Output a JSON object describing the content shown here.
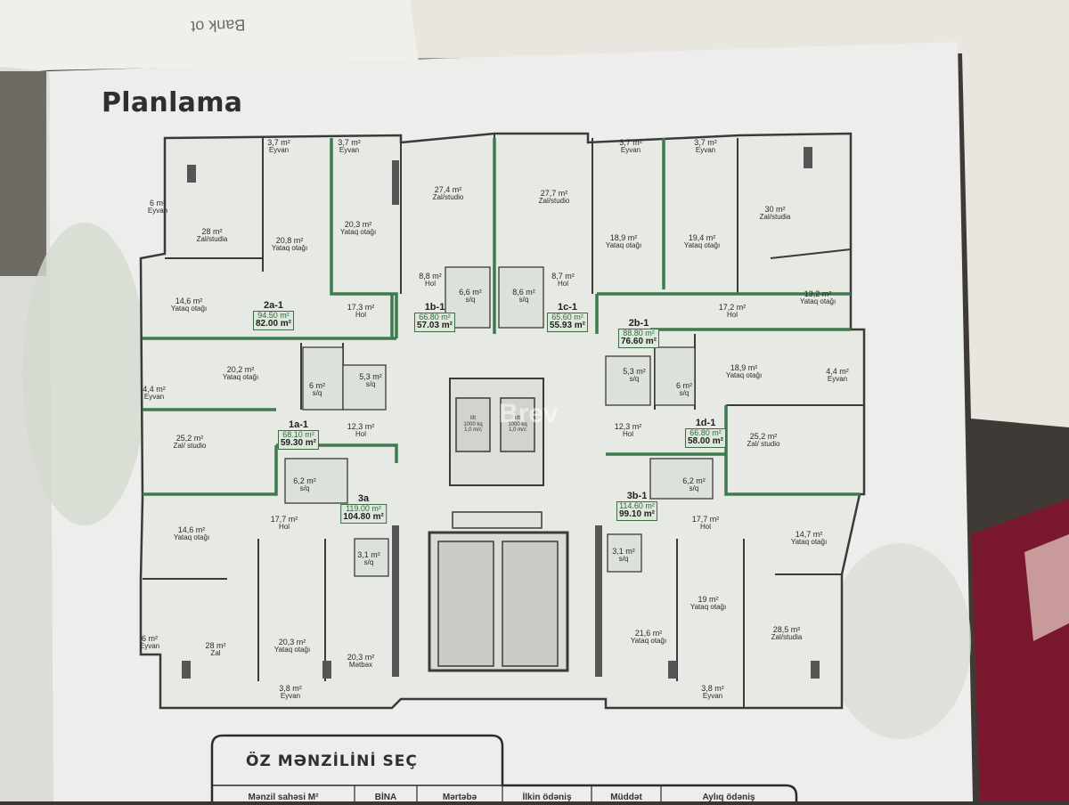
{
  "title": "Planlama",
  "watermark_text": "Bank ot",
  "logo_text": "Brev",
  "selector": {
    "title": "ÖZ MƏNZİLİNİ SEÇ",
    "columns": [
      "Mənzil sahəsi M²",
      "BİNA",
      "Mərtəbə",
      "İlkin ödəniş",
      "Müddət",
      "Aylıq ödəniş"
    ]
  },
  "rooms": [
    {
      "area": "3,7 m²",
      "name": "Eyvan"
    },
    {
      "area": "3,7 m²",
      "name": "Eyvan"
    },
    {
      "area": "3,7 m²",
      "name": "Eyvan"
    },
    {
      "area": "3,7 m²",
      "name": "Eyvan"
    },
    {
      "area": "28 m²",
      "name": "Zal/studia"
    },
    {
      "area": "20,8 m²",
      "name": "Yataq otağı"
    },
    {
      "area": "20,3 m²",
      "name": "Yataq otağı"
    },
    {
      "area": "27,4 m²",
      "name": "Zal/studio"
    },
    {
      "area": "27,7 m²",
      "name": "Zal/studio"
    },
    {
      "area": "18,9 m²",
      "name": "Yataq otağı"
    },
    {
      "area": "19,4 m²",
      "name": "Yataq otağı"
    },
    {
      "area": "30 m²",
      "name": "Zal/studia"
    },
    {
      "area": "8,8 m²",
      "name": "Hol"
    },
    {
      "area": "8,7 m²",
      "name": "Hol"
    },
    {
      "area": "6,6 m²",
      "name": "s/q"
    },
    {
      "area": "8,6 m²",
      "name": "s/q"
    },
    {
      "area": "14,6 m²",
      "name": "Yataq otağı"
    },
    {
      "area": "17,3 m²",
      "name": "Hol"
    },
    {
      "area": "17,2 m²",
      "name": "Hol"
    },
    {
      "area": "13,2 m²",
      "name": "Yataq otağı"
    },
    {
      "area": "20,2 m²",
      "name": "Yataq otağı"
    },
    {
      "area": "6 m²",
      "name": "s/q"
    },
    {
      "area": "5,3 m²",
      "name": "s/q"
    },
    {
      "area": "5,3 m²",
      "name": "s/q"
    },
    {
      "area": "6 m²",
      "name": "s/q"
    },
    {
      "area": "18,9 m²",
      "name": "Yataq otağı"
    },
    {
      "area": "4,4 m²",
      "name": "Eyvan"
    },
    {
      "area": "4,4 m²",
      "name": "Eyvan"
    },
    {
      "area": "12,3 m²",
      "name": "Hol"
    },
    {
      "area": "12,3 m²",
      "name": "Hol"
    },
    {
      "area": "25,2 m²",
      "name": "Zal/ studio"
    },
    {
      "area": "25,2 m²",
      "name": "Zal/ studio"
    },
    {
      "area": "6,2 m²",
      "name": "s/q"
    },
    {
      "area": "6,2 m²",
      "name": "s/q"
    },
    {
      "area": "14,6 m²",
      "name": "Yataq otağı"
    },
    {
      "area": "17,7 m²",
      "name": "Hol"
    },
    {
      "area": "17,7 m²",
      "name": "Hol"
    },
    {
      "area": "14,7 m²",
      "name": "Yataq otağı"
    },
    {
      "area": "3,1 m²",
      "name": "s/q"
    },
    {
      "area": "3,1 m²",
      "name": "s/q"
    },
    {
      "area": "28 m²",
      "name": "Zal"
    },
    {
      "area": "20,3 m²",
      "name": "Yataq otağı"
    },
    {
      "area": "20,3 m²",
      "name": "Mətbəx"
    },
    {
      "area": "21,6 m²",
      "name": "Yataq otağı"
    },
    {
      "area": "19 m²",
      "name": "Yataq otağı"
    },
    {
      "area": "28,5 m²",
      "name": "Zal/studia"
    },
    {
      "area": "3,8 m²",
      "name": "Eyvan"
    },
    {
      "area": "3,8 m²",
      "name": "Eyvan"
    },
    {
      "area": "6 m²",
      "name": "Eyvan"
    },
    {
      "area": "6 m²",
      "name": "Eyvan"
    }
  ],
  "apartments": [
    {
      "code": "2a-1",
      "total": "94.50 m²",
      "living": "82.00 m²"
    },
    {
      "code": "1b-1",
      "total": "66.80 m²",
      "living": "57.03 m²"
    },
    {
      "code": "1c-1",
      "total": "65.60 m²",
      "living": "55.93 m²"
    },
    {
      "code": "2b-1",
      "total": "88.80 m²",
      "living": "76.60 m²"
    },
    {
      "code": "1a-1",
      "total": "68.10 m²",
      "living": "59.30 m²"
    },
    {
      "code": "1d-1",
      "total": "66.80 m²",
      "living": "58.00 m²"
    },
    {
      "code": "3a",
      "total": "119.00 m²",
      "living": "104.80 m²"
    },
    {
      "code": "3b-1",
      "total": "114.60 m²",
      "living": "99.10 m²"
    }
  ],
  "lifts": [
    {
      "line1": "lift",
      "line2": "1000 kq",
      "line3": "1,0 m/c"
    },
    {
      "line1": "lift",
      "line2": "1000 kq",
      "line3": "1,0 m/c"
    }
  ],
  "colors": {
    "wall": "#3a3a3a",
    "apartment_border": "#3e7a4c",
    "paper": "#ececea",
    "room_fill": "#e9ece7"
  }
}
